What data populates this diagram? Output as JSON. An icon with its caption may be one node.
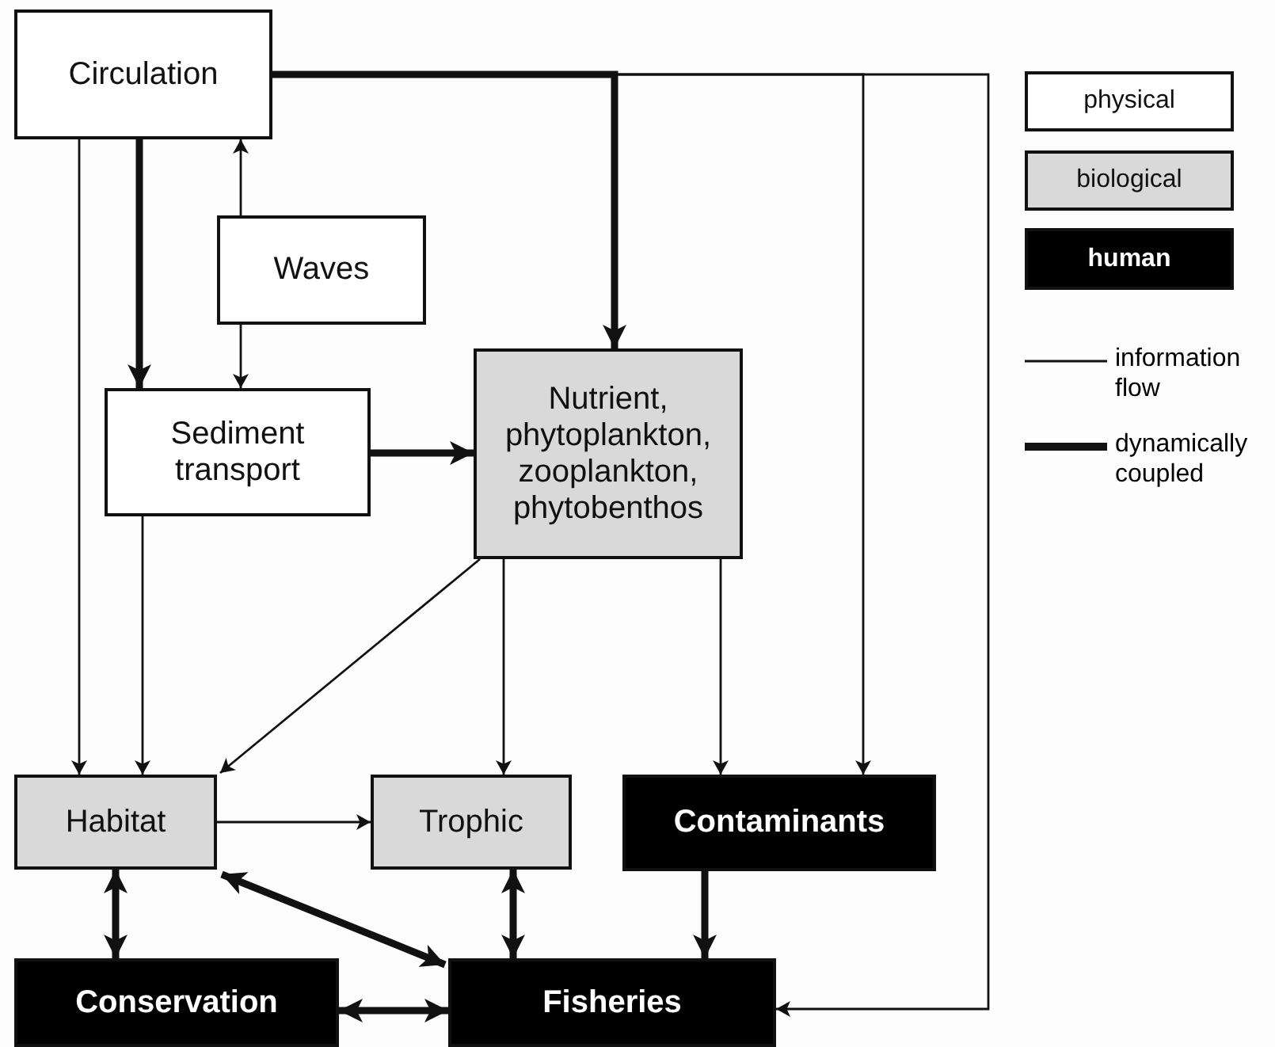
{
  "diagram": {
    "nodes": [
      {
        "text": [
          "Circulation"
        ]
      },
      {
        "text": [
          "Waves"
        ]
      },
      {
        "text": [
          "Sediment transport"
        ]
      },
      {
        "text": [
          "Nutrient, phytoplankton, zooplankton, phytobenthos"
        ]
      },
      {
        "text": [
          "Habitat"
        ]
      },
      {
        "text": [
          "Trophic"
        ]
      },
      {
        "text": [
          "Contaminants"
        ]
      },
      {
        "text": [
          "Conservation"
        ]
      },
      {
        "text": [
          "Fisheries"
        ]
      }
    ],
    "edges": [
      {
        "from": 0,
        "to": 2,
        "arrow": "to",
        "style": "thick"
      },
      {
        "from": 0,
        "to": 3,
        "arrow": "to",
        "style": "thick"
      },
      {
        "from": 0,
        "to": 4,
        "arrow": "to"
      },
      {
        "from": 0,
        "to": 6,
        "arrow": "to"
      },
      {
        "from": 0,
        "to": 8,
        "arrow": "to"
      },
      {
        "from": 1,
        "to": 0,
        "arrow": "to"
      },
      {
        "from": 1,
        "to": 2,
        "arrow": "to"
      },
      {
        "from": 2,
        "to": 3,
        "arrow": "to",
        "style": "thick"
      },
      {
        "from": 2,
        "to": 4,
        "arrow": "to"
      },
      {
        "from": 3,
        "to": 4,
        "arrow": "to"
      },
      {
        "from": 3,
        "to": 5,
        "arrow": "to"
      },
      {
        "from": 3,
        "to": 6,
        "arrow": "to"
      },
      {
        "from": 4,
        "to": 5,
        "arrow": "to"
      },
      {
        "from": 4,
        "to": 7,
        "arrow": "both",
        "style": "thick"
      },
      {
        "from": 4,
        "to": 8,
        "arrow": "both",
        "style": "thick"
      },
      {
        "from": 5,
        "to": 8,
        "arrow": "both",
        "style": "thick"
      },
      {
        "from": 6,
        "to": 8,
        "arrow": "to",
        "style": "thick"
      },
      {
        "from": 7,
        "to": 8,
        "arrow": "both",
        "style": "thick"
      }
    ],
    "legend": [
      {
        "text": "physical",
        "color": "#ffffff"
      },
      {
        "text": "biological",
        "color": "#d9d9d9"
      },
      {
        "text": "human",
        "color": "#000000"
      },
      {
        "text": "information flow"
      },
      {
        "text": "dynamically coupled"
      }
    ]
  }
}
